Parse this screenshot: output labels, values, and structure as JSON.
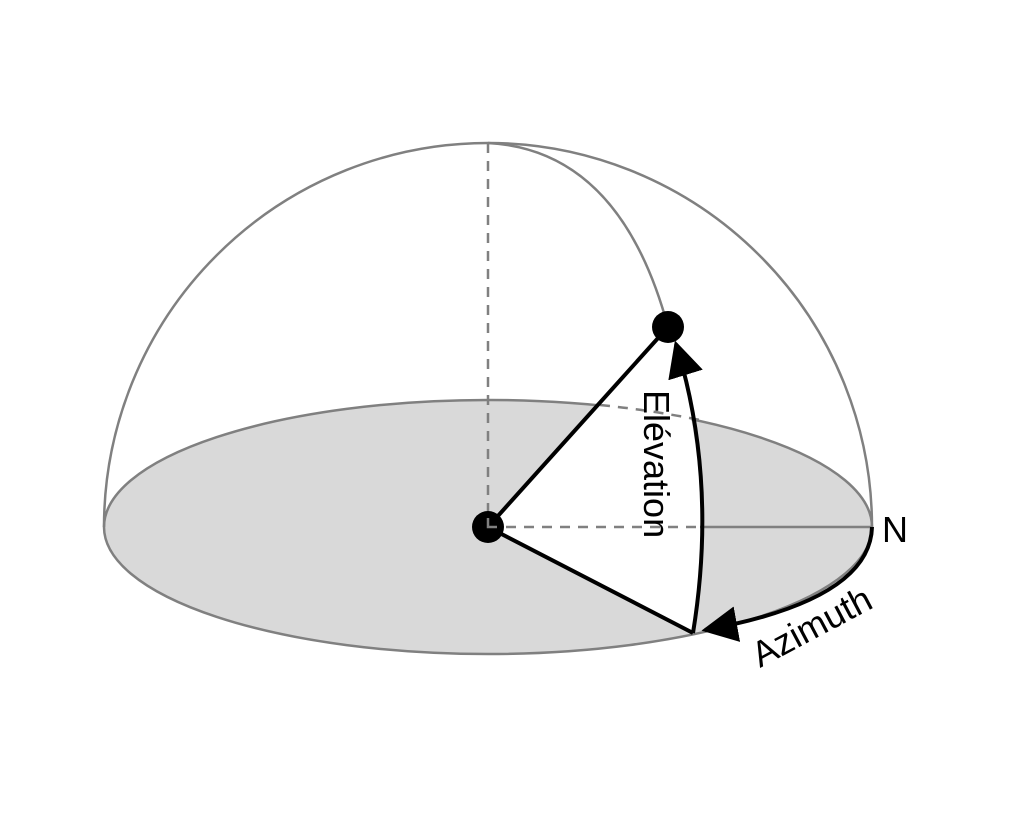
{
  "labels": {
    "elevation": "Elévation",
    "azimuth": "Azimuth",
    "north": "N"
  },
  "colors": {
    "ground": "#d9d9d9",
    "outline": "#808080",
    "vector": "#000000"
  }
}
